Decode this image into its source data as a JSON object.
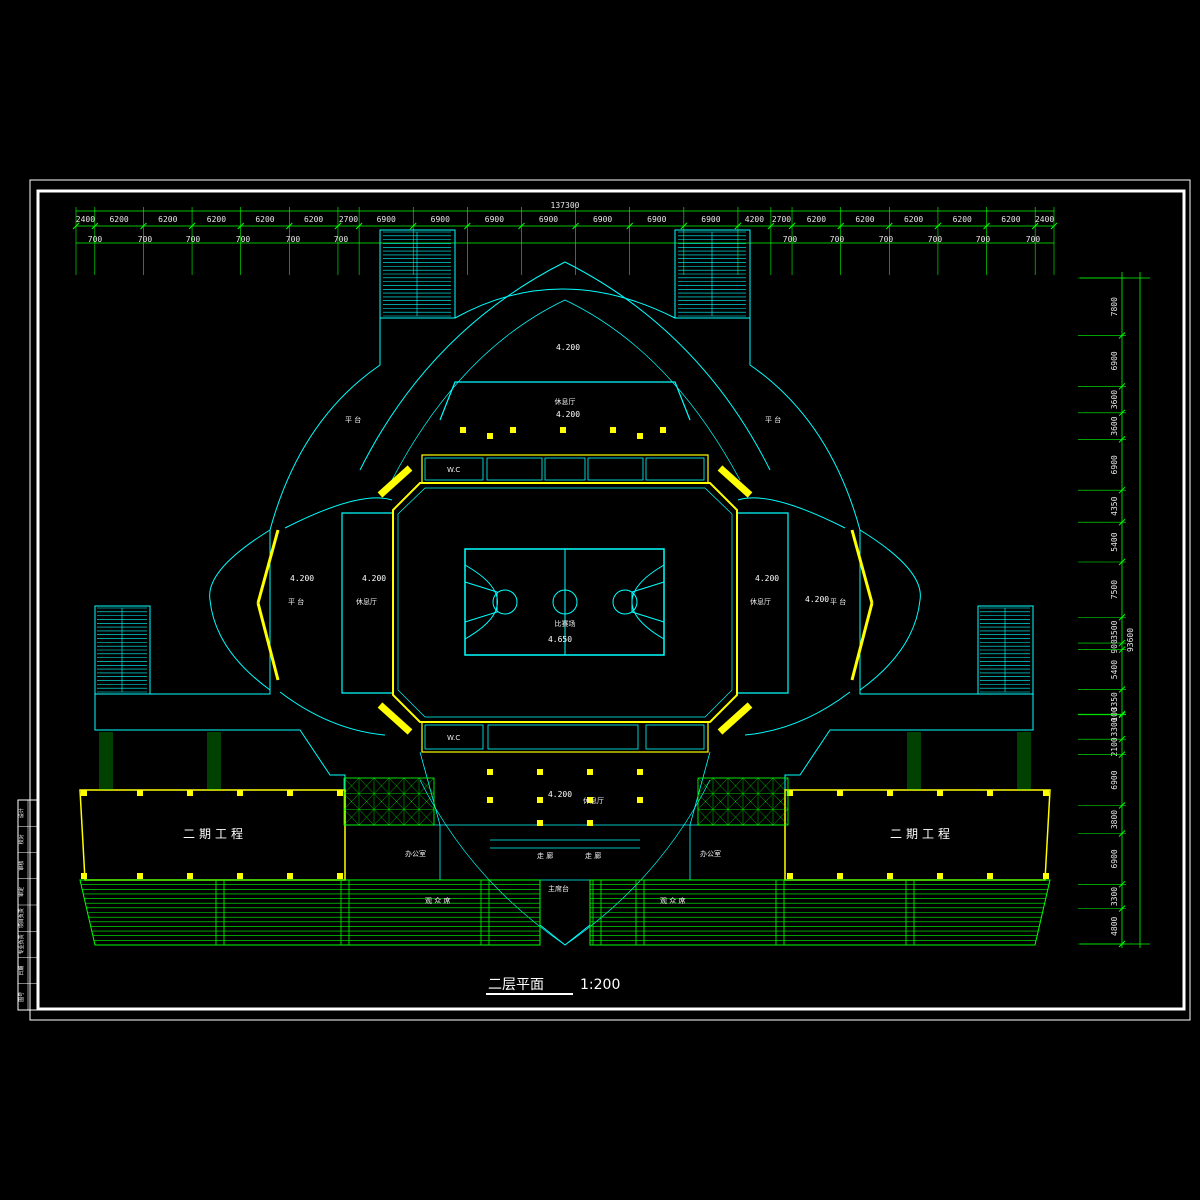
{
  "drawing": {
    "title": "二层平面",
    "scale": "1:200",
    "total_width_dim": "137300",
    "total_height_dim": "93600"
  },
  "top_dims_major": [
    "2400",
    "6200",
    "6200",
    "6200",
    "6200",
    "6200",
    "2700",
    "6900",
    "6900",
    "6900",
    "6900",
    "6900",
    "6900",
    "6900",
    "4200",
    "2700",
    "6200",
    "6200",
    "6200",
    "6200",
    "6200",
    "2400"
  ],
  "top_dims_minor": [
    "700",
    "700",
    "700",
    "700",
    "700",
    "700",
    "700",
    "700",
    "700",
    "700",
    "700",
    "700"
  ],
  "right_dims": [
    "7800",
    "6900",
    "3600",
    "3600",
    "6900",
    "4350",
    "5400",
    "7500",
    "3500",
    "900",
    "5400",
    "3350",
    "100",
    "3300",
    "2100",
    "6900",
    "3800",
    "6900",
    "3300",
    "4800"
  ],
  "elevations": {
    "top_lobby": "4.200",
    "top_lobby2": "4.200",
    "left_platform": "4.200",
    "left_hall": "4.200",
    "right_hall": "4.200",
    "right_platform": "4.200",
    "court": "4.650",
    "bottom_lobby": "4.200"
  },
  "rooms": {
    "top_lobby": "休息厅",
    "left_platform": "平 台",
    "right_platform_top": "平 台",
    "left_hall": "休息厅",
    "right_hall": "休息厅",
    "right_platform": "平 台",
    "court": "比赛场",
    "wc_top": "W.C",
    "wc_bottom": "W.C",
    "bottom_lobby": "休息厅",
    "office_left": "办公室",
    "office_right": "办公室",
    "corridor_left": "走 廊",
    "corridor_right": "走 廊",
    "main_stage": "主席台",
    "stand_left": "观 众 席",
    "stand_right": "观 众 席",
    "phase2_left": "二期工程",
    "phase2_right": "二期工程"
  },
  "title_block": [
    "设计",
    "校对",
    "审核",
    "审定",
    "项目负责",
    "专业负责",
    "日期",
    "图号"
  ],
  "colors": {
    "frame": "#ffffff",
    "wall": "#00ffff",
    "column": "#ffff00",
    "stand": "#00ff00",
    "dimension": "#00ff00",
    "text": "#ffffff"
  }
}
